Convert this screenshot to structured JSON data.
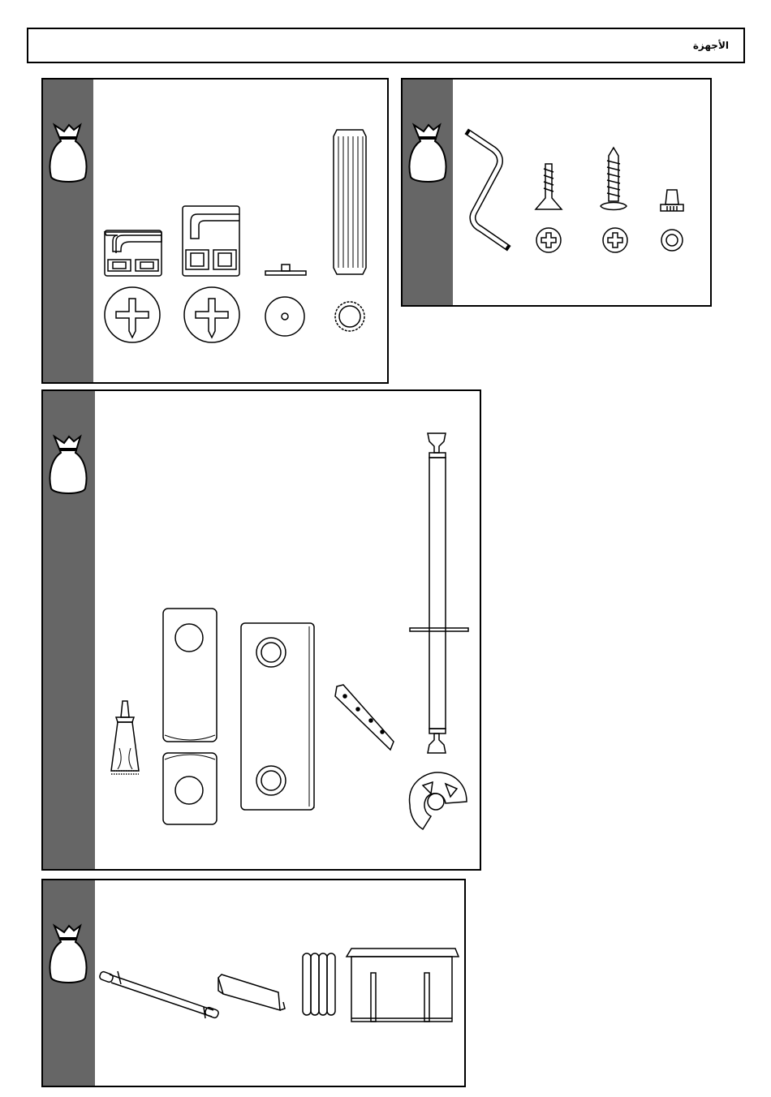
{
  "header": {
    "title": "الأجهزة"
  },
  "colors": {
    "strip": "#666666",
    "line": "#000000",
    "background": "#ffffff"
  },
  "icons": {
    "bag": "hardware-bag-icon",
    "p1": [
      "cam-fitting-small",
      "cam-fitting-large",
      "disc-washer",
      "wood-dowel",
      "phillips-screw-head",
      "phillips-screw-head",
      "washer-top",
      "dowel-end"
    ],
    "p2": [
      "allen-key",
      "flat-head-screw",
      "pan-head-screw",
      "small-bolt"
    ],
    "p3": [
      "glue-tube",
      "door-hinge-plate",
      "mounting-plate",
      "nail-strip",
      "shelf-rod",
      "rod-bracket"
    ],
    "p4": [
      "towel-bar",
      "shelf-clip",
      "bumper-pads",
      "drawer-tray"
    ]
  }
}
